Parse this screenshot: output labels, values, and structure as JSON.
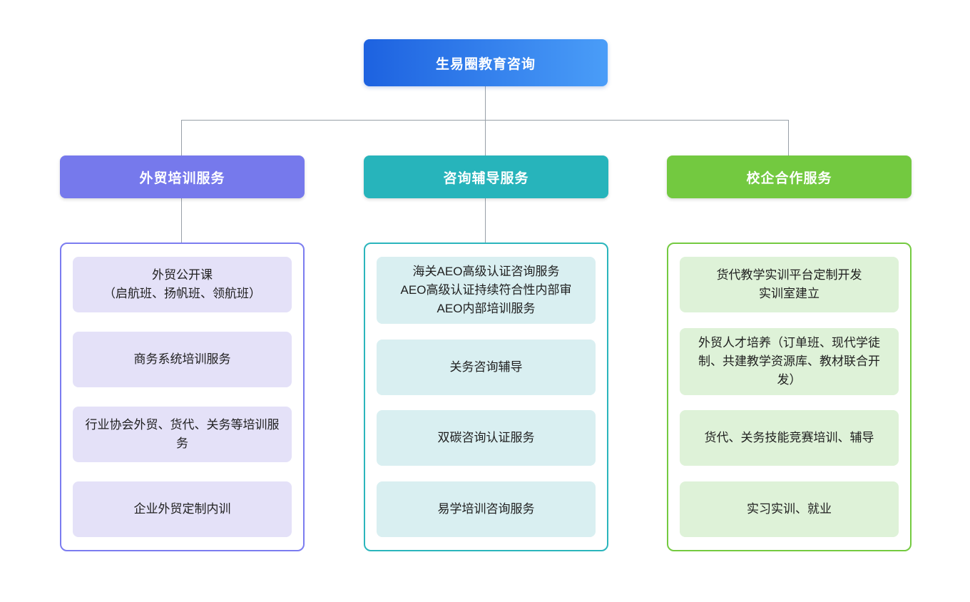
{
  "root": {
    "label": "生易圈教育咨询"
  },
  "branches": [
    {
      "label": "外贸培训服务",
      "colors": {
        "header": "#7679ec",
        "border": "#7b7cf0",
        "item_bg": "#e4e1f8"
      },
      "items": [
        {
          "lines": [
            "外贸公开课",
            "（启航班、扬帆班、领航班）"
          ]
        },
        {
          "lines": [
            "商务系统培训服务"
          ]
        },
        {
          "lines": [
            "行业协会外贸、货代、关务等培训服务"
          ]
        },
        {
          "lines": [
            "企业外贸定制内训"
          ]
        }
      ]
    },
    {
      "label": "咨询辅导服务",
      "colors": {
        "header": "#27b4bb",
        "border": "#2ab5bc",
        "item_bg": "#d9eff1"
      },
      "items": [
        {
          "lines": [
            "海关AEO高级认证咨询服务",
            "AEO高级认证持续符合性内部审",
            "AEO内部培训服务"
          ]
        },
        {
          "lines": [
            "关务咨询辅导"
          ]
        },
        {
          "lines": [
            "双碳咨询认证服务"
          ]
        },
        {
          "lines": [
            "易学培训咨询服务"
          ]
        }
      ]
    },
    {
      "label": "校企合作服务",
      "colors": {
        "header": "#73c940",
        "border": "#74ca40",
        "item_bg": "#def2d8"
      },
      "items": [
        {
          "lines": [
            "货代教学实训平台定制开发",
            "实训室建立"
          ]
        },
        {
          "lines": [
            "外贸人才培养（订单班、现代学徒制、共建教学资源库、教材联合开发）"
          ]
        },
        {
          "lines": [
            "货代、关务技能竞赛培训、辅导"
          ]
        },
        {
          "lines": [
            "实习实训、就业"
          ]
        }
      ]
    }
  ],
  "colors": {
    "root_gradient_start": "#1d62e0",
    "root_gradient_end": "#4a9df8",
    "connector": "#98a0a8",
    "text_dark": "#1f1f1f",
    "node_text": "#ffffff"
  }
}
